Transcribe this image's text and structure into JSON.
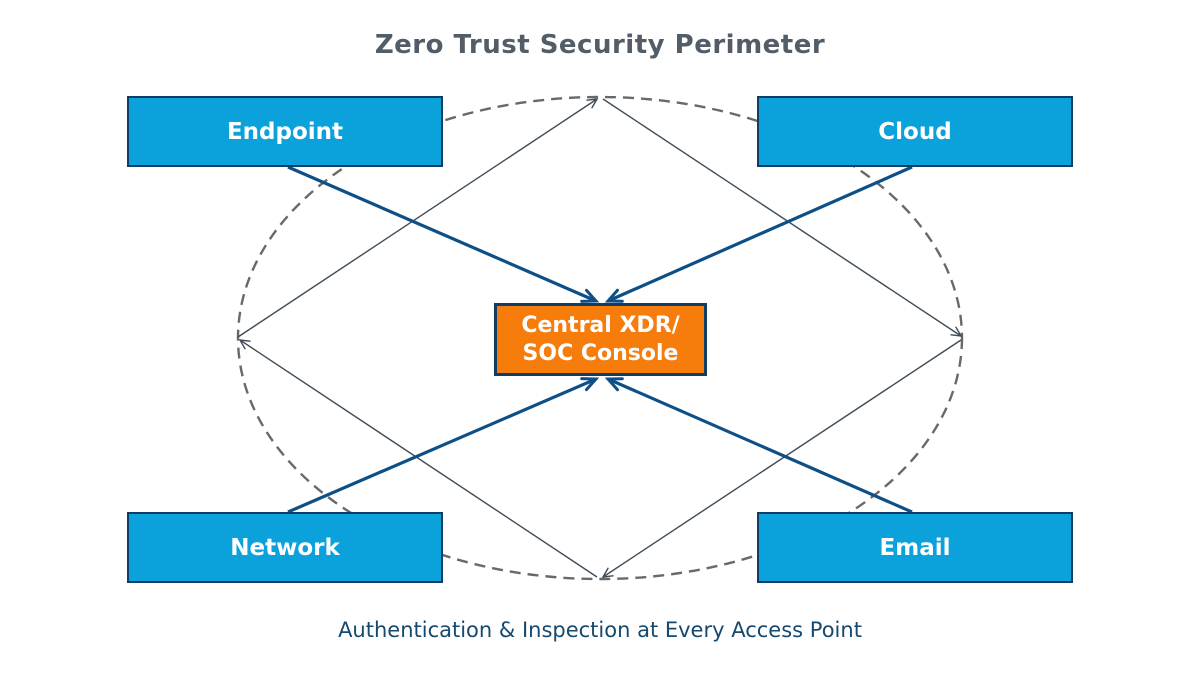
{
  "title": "Zero Trust Security Perimeter",
  "caption": "Authentication & Inspection at Every Access Point",
  "nodes": [
    {
      "id": "endpoint",
      "label": "Endpoint"
    },
    {
      "id": "cloud",
      "label": "Cloud"
    },
    {
      "id": "network",
      "label": "Network"
    },
    {
      "id": "email",
      "label": "Email"
    }
  ],
  "console": {
    "line1": "Central XDR/",
    "line2": "SOC Console"
  },
  "connections": {
    "to_console": [
      "Endpoint",
      "Cloud",
      "Network",
      "Email"
    ],
    "perimeter_cycle": [
      "left-to-top",
      "top-to-right",
      "right-to-bottom",
      "bottom-to-left"
    ]
  },
  "colors": {
    "node_fill": "#0ba2dc",
    "node_border": "#0f3d64",
    "console_fill": "#f67c0c",
    "console_border": "#0f3d64",
    "hub_arrow": "#0e4f86",
    "cycle_arrow": "#3e4b59",
    "perimeter_dash": "#67696b",
    "title_text": "#525d68",
    "caption_text": "#15496f",
    "node_text": "#ffffff"
  }
}
